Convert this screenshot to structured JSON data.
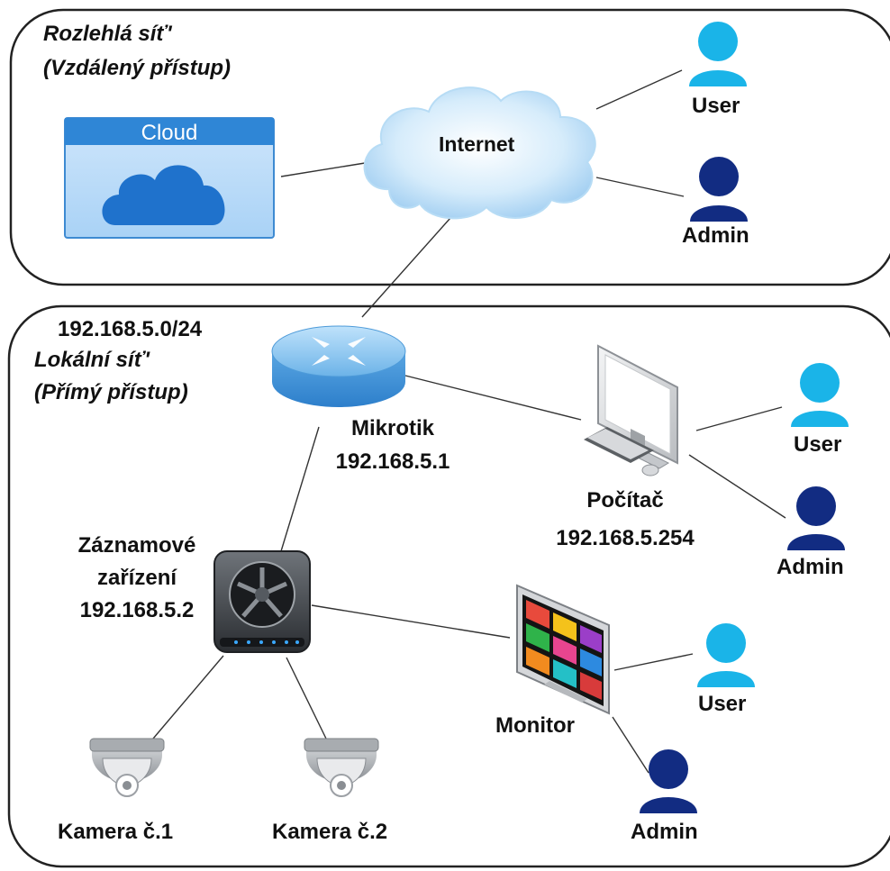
{
  "zones": {
    "wan": {
      "title": "Rozlehlá síť'",
      "subtitle": "(Vzdálený přístup)"
    },
    "lan": {
      "subnet": "192.168.5.0/24",
      "title": "Lokální síť'",
      "subtitle": "(Přímý přístup)"
    }
  },
  "nodes": {
    "cloud": {
      "label": "Cloud"
    },
    "internet": {
      "label": "Internet"
    },
    "router": {
      "name": "Mikrotik",
      "ip": "192.168.5.1"
    },
    "computer": {
      "name": "Počítač",
      "ip": "192.168.5.254"
    },
    "recorder": {
      "line1": "Záznamové",
      "line2": "zařízení",
      "ip": "192.168.5.2"
    },
    "monitor": {
      "name": "Monitor"
    },
    "camera1": {
      "name": "Kamera č.1"
    },
    "camera2": {
      "name": "Kamera č.2"
    }
  },
  "people": {
    "wan_user": "User",
    "wan_admin": "Admin",
    "pc_user": "User",
    "pc_admin": "Admin",
    "monitor_user": "User",
    "monitor_admin": "Admin"
  },
  "colors": {
    "user": "#1ab4e8",
    "admin": "#122c82",
    "cloud_panel": "#2f86d6",
    "cloud_icon": "#1f72cc",
    "border": "#222222"
  }
}
